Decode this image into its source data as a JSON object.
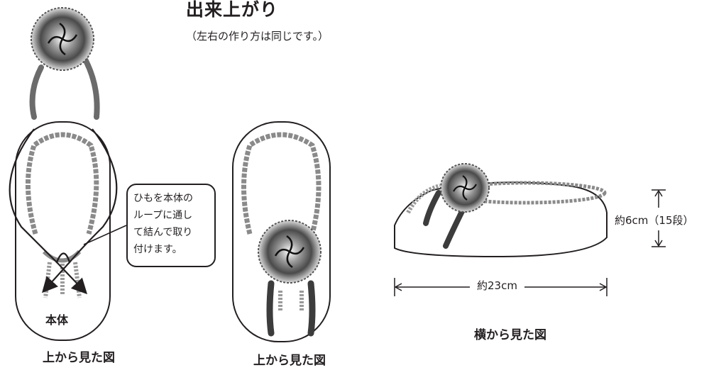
{
  "title": "出来上がり",
  "note": "（左右の作り方は同じです。）",
  "callout_lines": [
    "ひもを本体の",
    "ループに通し",
    "て結んで取り",
    "付けます。"
  ],
  "labels": {
    "body": "本体",
    "top_view_1": "上から見た図",
    "top_view_2": "上から見た図",
    "side_view": "横から見た図",
    "height_dim": "約6cm（15段）",
    "width_dim": "約23cm"
  },
  "colors": {
    "outline": "#231f20",
    "yarn_gray": "#808080",
    "strap_dark": "#3c3c3c"
  }
}
